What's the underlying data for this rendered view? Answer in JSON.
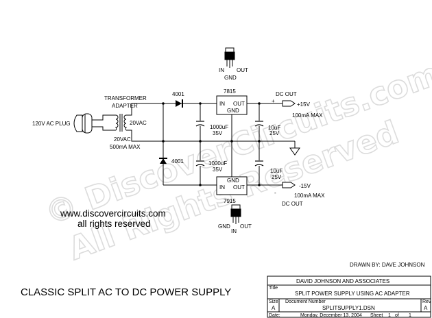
{
  "watermark": {
    "line1": "© DiscoverCircuits.com",
    "line2": "All Rights Reserved"
  },
  "labels": {
    "plug": "120V AC PLUG",
    "transformer": "TRANSFORMER",
    "adapter": "ADAPTER",
    "vac_right": "20VAC",
    "vac_left": "20VAC",
    "vac_rating": "500mA MAX",
    "diode_top": "4001",
    "diode_bottom": "4001",
    "cap1_value": "1000uF",
    "cap1_voltage": "35V",
    "cap2_value": "1000uF",
    "cap2_voltage": "35V",
    "cap3_value": "10uF",
    "cap3_voltage": "25V",
    "cap4_value": "10uF",
    "cap4_voltage": "25V",
    "reg_top_name": "7815",
    "reg_top_in": "IN",
    "reg_top_out": "OUT",
    "reg_top_gnd": "GND",
    "reg_bot_name": "7915",
    "reg_bot_gnd": "GND",
    "reg_bot_in": "IN",
    "reg_bot_out": "OUT",
    "pkg_top_in": "IN",
    "pkg_top_out": "OUT",
    "pkg_top_gnd": "GND",
    "pkg_bot_gnd": "GND",
    "pkg_bot_in": "IN",
    "pkg_bot_out": "OUT",
    "dc_out_top": "DC OUT",
    "plus_sign": "+",
    "out_pos": "+15V",
    "out_pos_current": "100mA MAX",
    "out_neg": "-15V",
    "out_neg_current": "100mA MAX",
    "minus_sign": "-",
    "dc_out_bottom": "DC OUT"
  },
  "website": "www.discovercircuits.com",
  "rights": "all rights reserved",
  "drawn_by": "DRAWN BY: DAVE JOHNSON",
  "main_title": "CLASSIC SPLIT AC TO DC POWER SUPPLY",
  "title_block": {
    "company": "DAVID JOHNSON AND ASSOCIATES",
    "title_label": "Title",
    "title": "SPLIT POWER SUPPLY USING AC ADAPTER",
    "size_label": "Size",
    "size": "A",
    "doc_label": "Document Number",
    "doc": "SPLITSUPPLY1.DSN",
    "rev_label": "Rev",
    "rev": "A",
    "date_label": "Date:",
    "date": "Monday, December 13, 2004",
    "sheet_label": "Sheet",
    "sheet": "1",
    "of_label": "of",
    "of": "1"
  },
  "colors": {
    "background": "#ffffff",
    "line": "#000000",
    "watermark": "#dcdcdc"
  }
}
